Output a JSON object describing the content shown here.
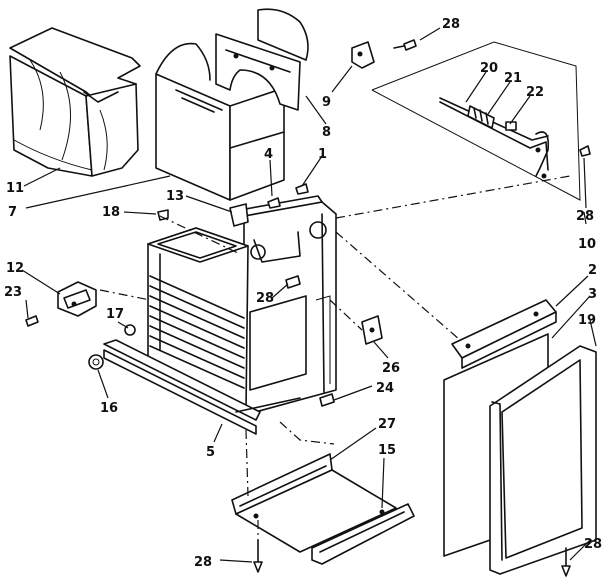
{
  "callouts": [
    {
      "id": "c28a",
      "text": "28"
    },
    {
      "id": "c9",
      "text": "9"
    },
    {
      "id": "c20",
      "text": "20"
    },
    {
      "id": "c21",
      "text": "21"
    },
    {
      "id": "c22",
      "text": "22"
    },
    {
      "id": "c8",
      "text": "8"
    },
    {
      "id": "c11",
      "text": "11"
    },
    {
      "id": "c7",
      "text": "7"
    },
    {
      "id": "c4",
      "text": "4"
    },
    {
      "id": "c1",
      "text": "1"
    },
    {
      "id": "c13",
      "text": "13"
    },
    {
      "id": "c18",
      "text": "18"
    },
    {
      "id": "c28b",
      "text": "28"
    },
    {
      "id": "c10",
      "text": "10"
    },
    {
      "id": "c12",
      "text": "12"
    },
    {
      "id": "c28c",
      "text": "28"
    },
    {
      "id": "c2",
      "text": "2"
    },
    {
      "id": "c3",
      "text": "3"
    },
    {
      "id": "c23",
      "text": "23"
    },
    {
      "id": "c17",
      "text": "17"
    },
    {
      "id": "c19",
      "text": "19"
    },
    {
      "id": "c26",
      "text": "26"
    },
    {
      "id": "c16",
      "text": "16"
    },
    {
      "id": "c24",
      "text": "24"
    },
    {
      "id": "c27",
      "text": "27"
    },
    {
      "id": "c5",
      "text": "5"
    },
    {
      "id": "c15",
      "text": "15"
    },
    {
      "id": "c28d",
      "text": "28"
    },
    {
      "id": "c28e",
      "text": "28"
    }
  ]
}
